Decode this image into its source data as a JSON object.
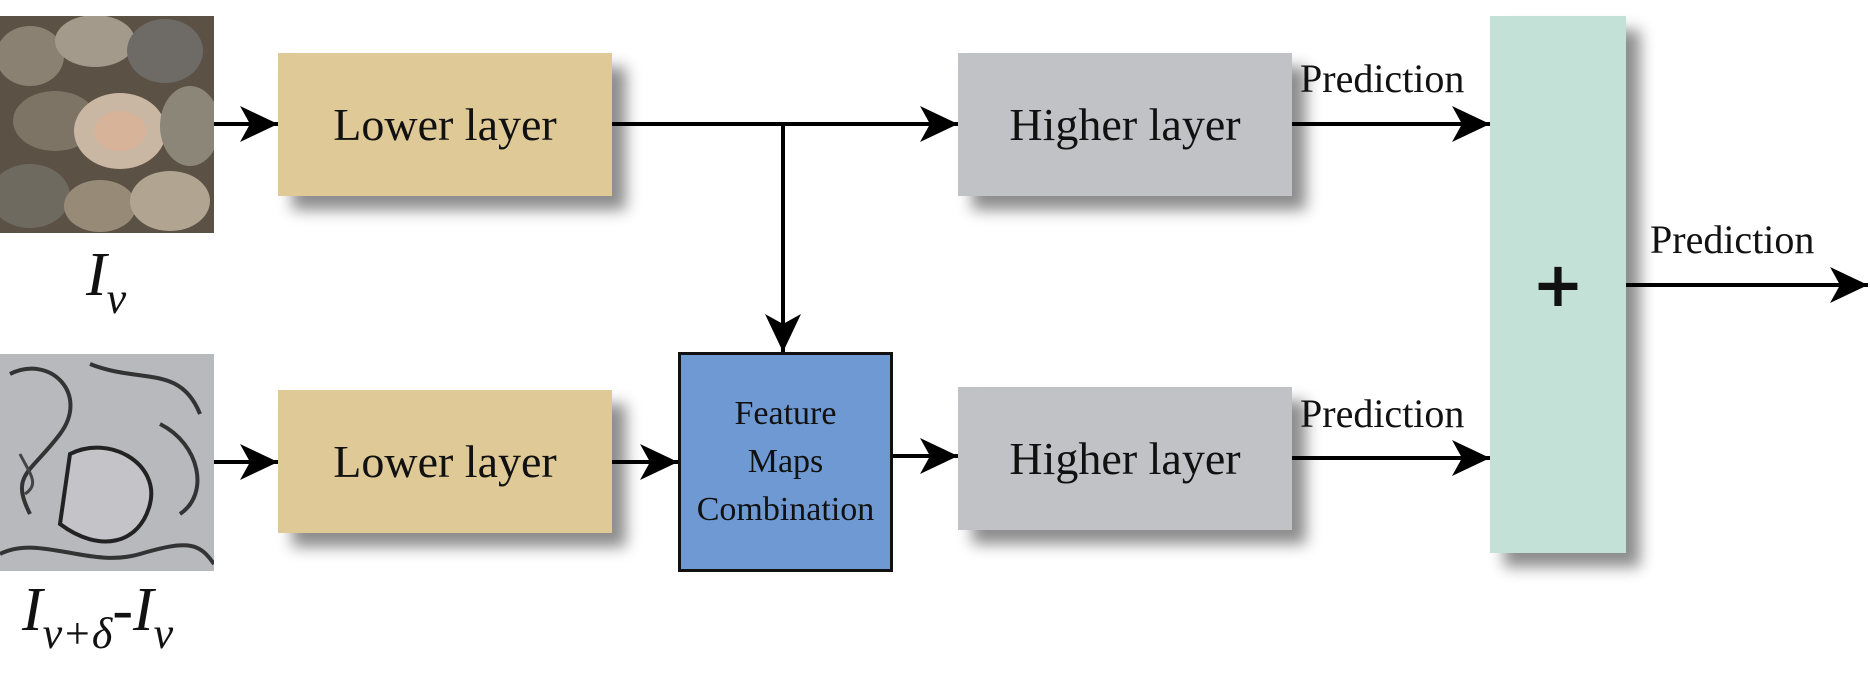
{
  "diagram": {
    "inputs": {
      "top_symbol": "I",
      "top_subscript": "v",
      "bottom_symbol_a": "I",
      "bottom_subscript_a": "v+δ",
      "bottom_dash": "-",
      "bottom_symbol_b": "I",
      "bottom_subscript_b": "v"
    },
    "nodes": {
      "lower_top": "Lower layer",
      "lower_bottom": "Lower layer",
      "higher_top": "Higher layer",
      "higher_bottom": "Higher layer",
      "fmc_line1": "Feature",
      "fmc_line2": "Maps",
      "fmc_line3": "Combination",
      "sum": "+"
    },
    "edge_labels": {
      "pred_top": "Prediction",
      "pred_bottom": "Prediction",
      "pred_out": "Prediction"
    },
    "colors": {
      "lower_layer": "#dfca97",
      "higher_layer": "#c1c2c6",
      "feature_maps": "#6f99d2",
      "sum": "#c3e1d6",
      "arrows": "#000000"
    }
  }
}
